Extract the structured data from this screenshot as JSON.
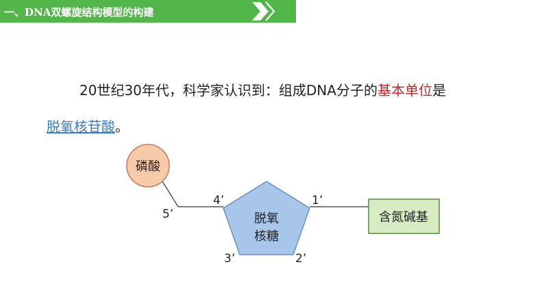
{
  "header": {
    "title": "一、DNA双螺旋结构模型的构建",
    "color": "#52b64a"
  },
  "body": {
    "line1_text": "20世纪30年代，科学家认识到：组成DNA分子的",
    "line1_highlight": "基本单位",
    "line1_end": "是",
    "line2_link": "脱氧核苷酸",
    "line2_end": "。",
    "highlight_color": "#c0282c",
    "link_color": "#3b7ec2"
  },
  "diagram": {
    "phosphate_label": "磷酸",
    "sugar_label_line1": "脱氧",
    "sugar_label_line2": "核糖",
    "base_label": "含氮碱基",
    "carbon_1": "1’",
    "carbon_2": "2’",
    "carbon_3": "3’",
    "carbon_4": "4’",
    "carbon_5": "5’",
    "colors": {
      "phosphate_fill": "#f7cbaa",
      "phosphate_stroke": "#c9765a",
      "sugar_fill": "#a7c6ea",
      "sugar_stroke": "#6a8fc4",
      "base_fill": "#d8ecc4",
      "base_stroke": "#5a8a3a"
    }
  }
}
